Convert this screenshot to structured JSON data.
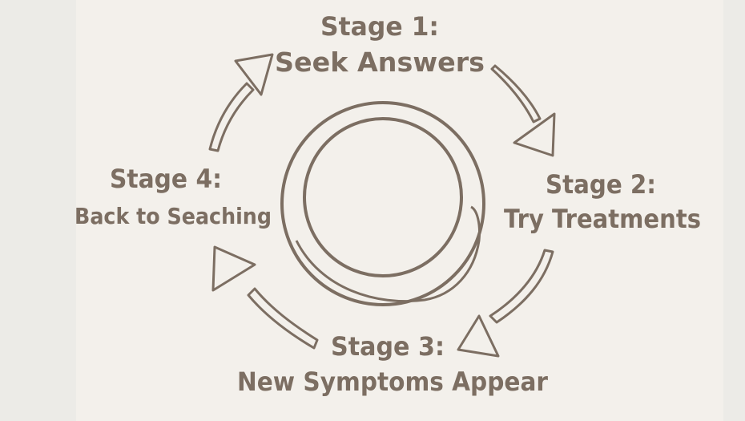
{
  "diagram": {
    "colors": {
      "ink": "#7c6e62",
      "panel": "#f3f0eb",
      "outer": "#ecebe7"
    },
    "stages": [
      {
        "heading": "Stage 1:",
        "label": "Seek Answers"
      },
      {
        "heading": "Stage 2:",
        "label": "Try Treatments"
      },
      {
        "heading": "Stage 3:",
        "label": "New Symptoms Appear"
      },
      {
        "heading": "Stage 4:",
        "label": "Back to Seaching"
      }
    ]
  }
}
